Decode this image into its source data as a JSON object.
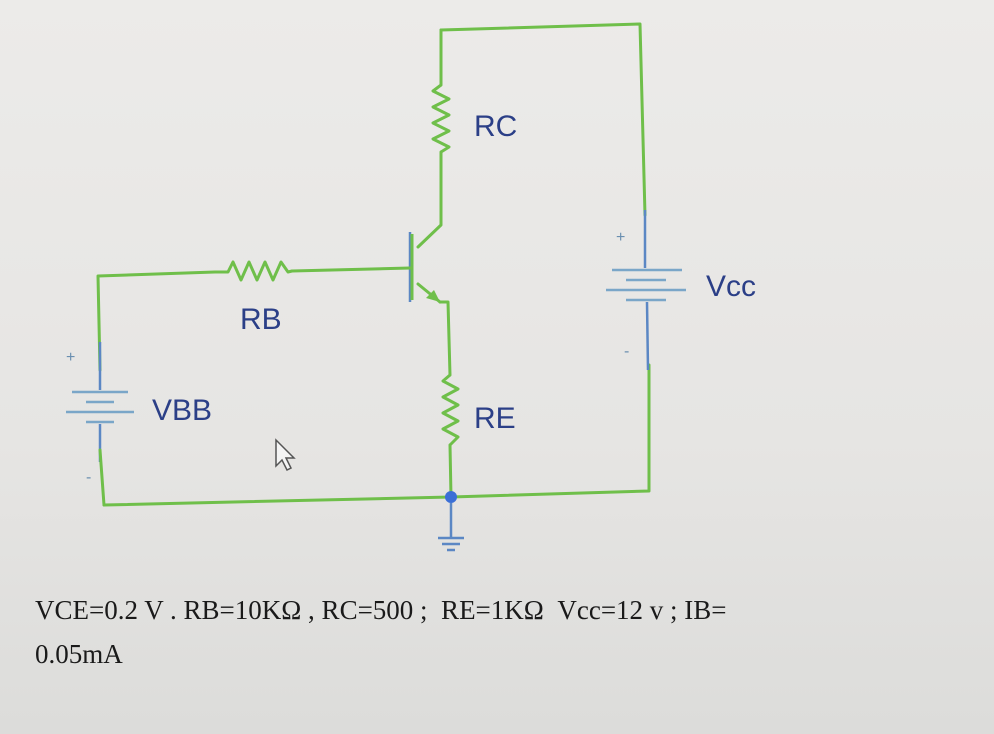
{
  "labels": {
    "rc": "RC",
    "rb": "RB",
    "re": "RE",
    "vcc": "Vcc",
    "vbb": "VBB"
  },
  "polarity": {
    "vcc_plus": "+",
    "vcc_minus": "-",
    "vbb_plus": "+",
    "vbb_minus": "-"
  },
  "caption": {
    "line1": "VCE=0.2 V . RB=10KΩ , RC=500 ;  RE=1KΩ  Vcc=12 v ; IB=",
    "line2": "0.05mA"
  },
  "colors": {
    "wire": "#6fbf4a",
    "label": "#2b3f87",
    "node": "#3b6fd6"
  },
  "icons": {
    "cursor": "mouse-pointer-icon",
    "ground": "ground-icon"
  }
}
